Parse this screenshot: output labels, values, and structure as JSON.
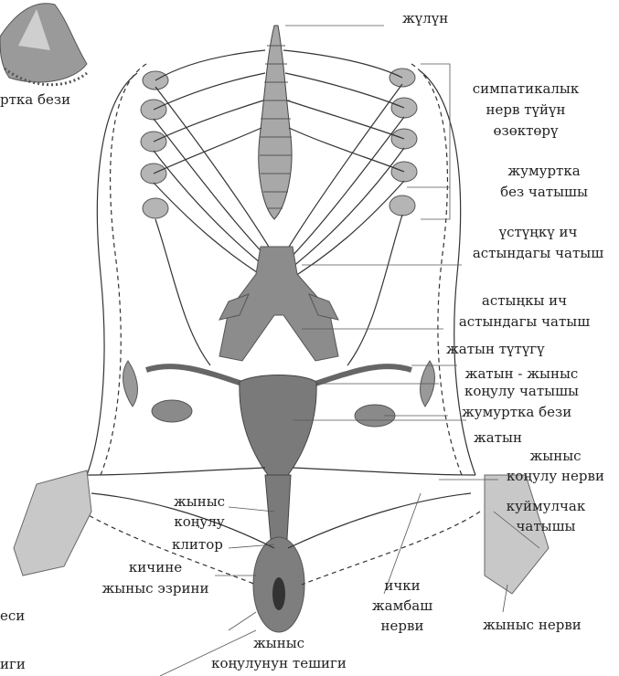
{
  "colors": {
    "nerve": "#333333",
    "tissue": "#8c8c8c",
    "uterus": "#7a7a7a",
    "leader": "#555555"
  },
  "labels": {
    "spinal_cord": "жүлүн",
    "ovary_top_left": "ртка бези",
    "sympathetic_trunk": [
      "симпатикалык",
      "нерв түйүн",
      "өзөктөрү"
    ],
    "ovarian_plexus": [
      "жумуртка",
      "без чатышы"
    ],
    "superior_hypogastric": [
      "үстүңкү ич",
      "астындагы чатыш"
    ],
    "inferior_hypogastric": [
      "астыңкы ич",
      "астындагы чатыш"
    ],
    "uterine_tube": "жатын түтүгү",
    "uterovaginal_plexus": [
      "жатын - жыныс",
      "коңулу чатышы"
    ],
    "ovary": "жумуртка бези",
    "uterus": "жатын",
    "vaginal_nerve": [
      "жыныс",
      "коңулу нерви"
    ],
    "coccygeal_plexus": [
      "куймулчак",
      "чатышы"
    ],
    "vagina": [
      "жыныс",
      "коңулу"
    ],
    "clitoris": "клитор",
    "labia_minora": [
      "кичине",
      "жыныс эзрини"
    ],
    "internal_iliac": [
      "ички",
      "жамбаш",
      "нерви"
    ],
    "pudendal_nerve": "жыныс нерви",
    "vaginal_orifice": [
      "жыныс",
      "коңулунун тешиги"
    ],
    "edge_left_1": "еси",
    "edge_left_2": "иги"
  }
}
